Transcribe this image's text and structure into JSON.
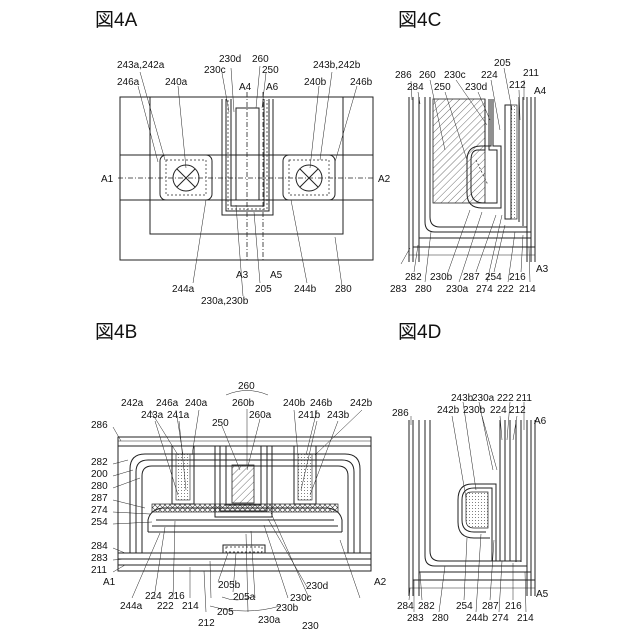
{
  "panels": [
    {
      "title": "図4A",
      "labels": [
        "243a,242a",
        "240a",
        "246a",
        "230d",
        "230c",
        "260",
        "250",
        "A4",
        "A6",
        "243b,242b",
        "240b",
        "246b",
        "A1",
        "A2",
        "244a",
        "230a,230b",
        "A3",
        "205",
        "A5",
        "244b",
        "280"
      ]
    },
    {
      "title": "図4B",
      "labels": [
        "260",
        "260b",
        "260a",
        "242a",
        "246a",
        "240a",
        "243a",
        "241a",
        "250",
        "240b",
        "246b",
        "242b",
        "241b",
        "243b",
        "286",
        "282",
        "200",
        "280",
        "287",
        "274",
        "254",
        "284",
        "283",
        "211",
        "A1",
        "A2",
        "244a",
        "224",
        "222",
        "216",
        "214",
        "205b",
        "205a",
        "205",
        "230b",
        "230d",
        "230c",
        "212",
        "230a",
        "230"
      ]
    },
    {
      "title": "図4C",
      "labels": [
        "286",
        "260",
        "230c",
        "224",
        "205",
        "284",
        "250",
        "230d",
        "212",
        "211",
        "A4",
        "283",
        "282",
        "280",
        "230b",
        "230a",
        "287",
        "274",
        "254",
        "222",
        "216",
        "214",
        "A3"
      ]
    },
    {
      "title": "図4D",
      "labels": [
        "286",
        "243b",
        "230a",
        "222",
        "211",
        "242b",
        "230b",
        "224",
        "212",
        "A6",
        "284",
        "283",
        "282",
        "280",
        "254",
        "244b",
        "287",
        "274",
        "216",
        "214",
        "A5"
      ]
    }
  ]
}
